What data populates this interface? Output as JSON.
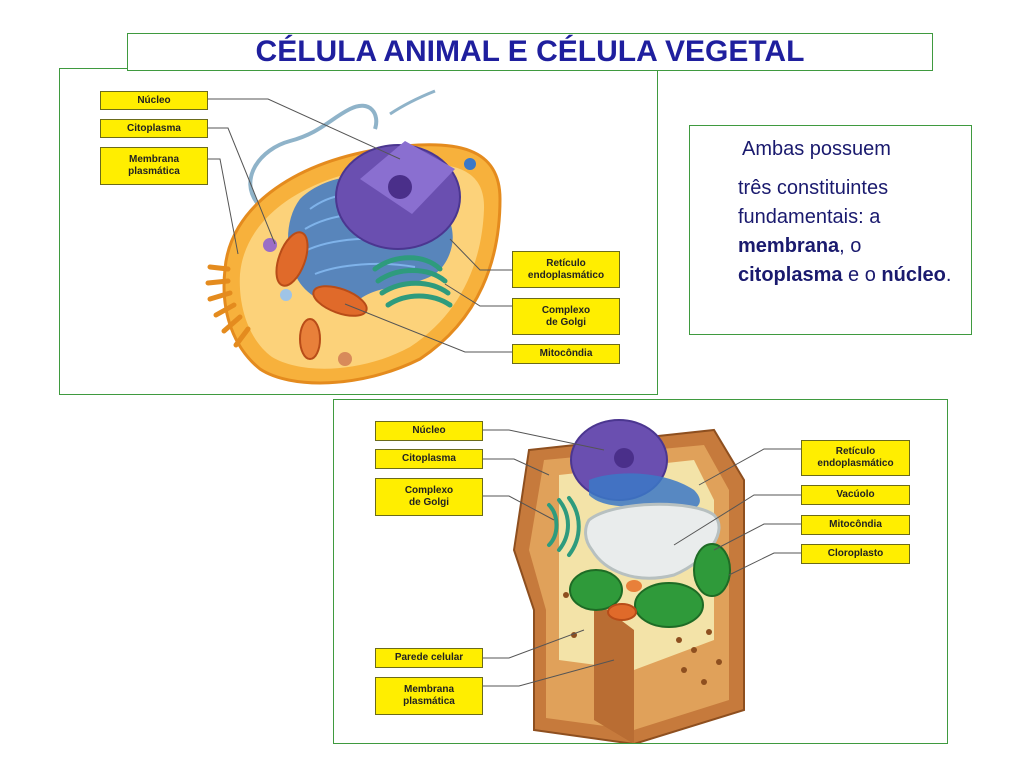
{
  "title": "CÉLULA ANIMAL E CÉLULA VEGETAL",
  "animal_labels": {
    "nucleo": "Núcleo",
    "citoplasma": "Citoplasma",
    "membrana": "Membrana\nplasmática",
    "reticulo": "Retículo\nendoplasmático",
    "golgi": "Complexo\nde Golgi",
    "mitocondria": "Mitocôndia"
  },
  "plant_labels": {
    "nucleo": "Núcleo",
    "citoplasma": "Citoplasma",
    "golgi": "Complexo\nde Golgi",
    "reticulo": "Retículo\nendoplasmático",
    "vacuolo": "Vacúolo",
    "mitocondria": "Mitocôndia",
    "cloroplasto": "Cloroplasto",
    "parede": "Parede celular",
    "membrana": "Membrana\nplasmática"
  },
  "info_box": {
    "line1": "Ambas possuem",
    "line2": "três constituintes fundamentais: a",
    "term1": "membrana",
    "sep1": ", o",
    "term2": "citoplasma",
    "sep2": " e o",
    "term3": "núcleo",
    "end": "."
  },
  "colors": {
    "title": "#1f1f9e",
    "label_fill": "#ffee00",
    "panel_border": "#3f9a3f"
  }
}
